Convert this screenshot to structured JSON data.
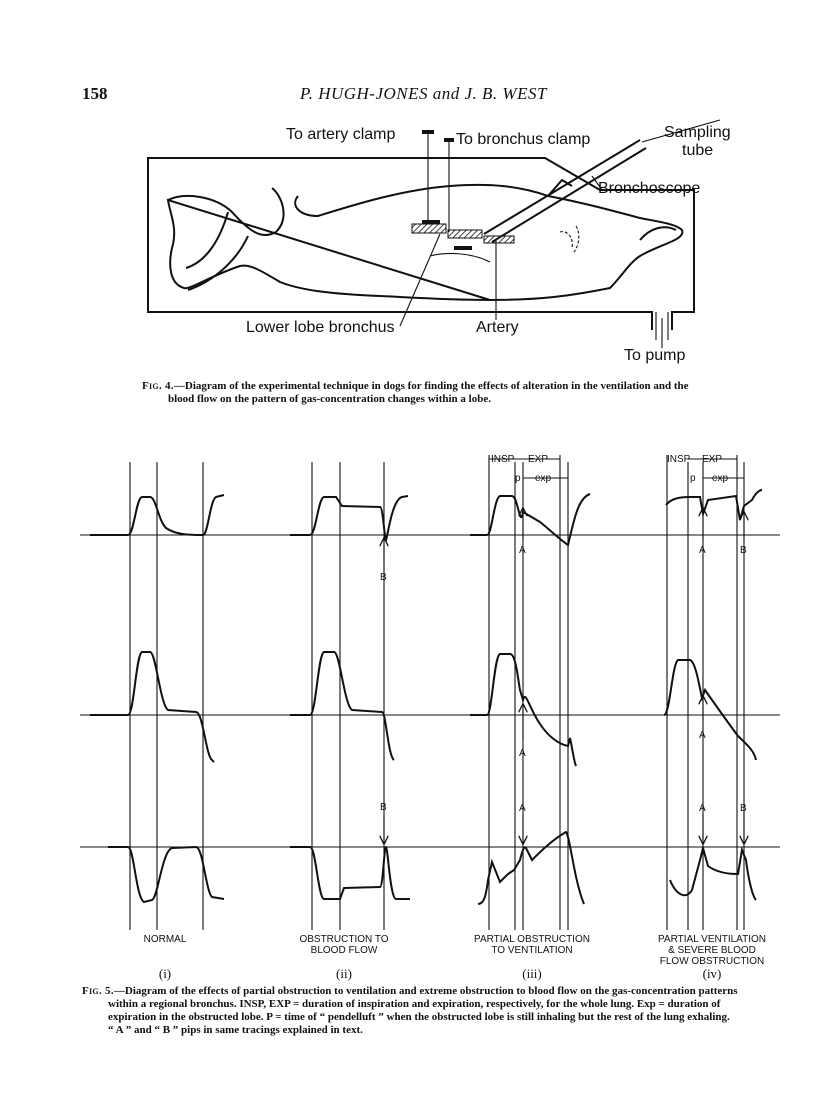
{
  "header": {
    "page_number": "158",
    "running_head": "P. HUGH-JONES and J. B. WEST"
  },
  "fig4": {
    "labels": {
      "artery_clamp": "To artery clamp",
      "bronchus_clamp": "To bronchus clamp",
      "sampling": "Sampling",
      "tube": "tube",
      "bronchoscope": "Bronchoscope",
      "lower_lobe": "Lower lobe bronchus",
      "artery": "Artery",
      "to_pump": "To pump"
    },
    "caption_label": "Fig. 4.",
    "caption_line1": "—Diagram of the experimental technique in dogs for finding the effects of alteration in the ventilation and the",
    "caption_line2": "blood flow on the pattern of gas-concentration changes within a lobe."
  },
  "fig5": {
    "headers": {
      "insp": "INSP",
      "exp_caps": "EXP",
      "exp_lower": "exp",
      "p": "p"
    },
    "pips": {
      "a": "A",
      "b": "B"
    },
    "panels": [
      {
        "numeral": "(i)",
        "title1": "NORMAL",
        "title2": "",
        "title3": ""
      },
      {
        "numeral": "(ii)",
        "title1": "OBSTRUCTION TO",
        "title2": "BLOOD FLOW",
        "title3": ""
      },
      {
        "numeral": "(iii)",
        "title1": "PARTIAL OBSTRUCTION",
        "title2": "TO VENTILATION",
        "title3": ""
      },
      {
        "numeral": "(iv)",
        "title1": "PARTIAL VENTILATION",
        "title2": "& SEVERE BLOOD",
        "title3": "FLOW OBSTRUCTION"
      }
    ],
    "caption_label": "Fig. 5.",
    "caption_line1": "—Diagram of the effects of partial obstruction to ventilation and extreme obstruction to blood flow on the gas-concentration patterns",
    "caption_line2": "within a regional bronchus.  INSP, EXP = duration of inspiration and expiration, respectively, for the whole lung.  Exp = duration of",
    "caption_line3": "expiration in the obstructed lobe.  P = time of “ pendelluft ” when the obstructed lobe is still inhaling but the rest of the lung exhaling.",
    "caption_line4": "“ A ” and “ B ” pips in same tracings explained in text."
  }
}
